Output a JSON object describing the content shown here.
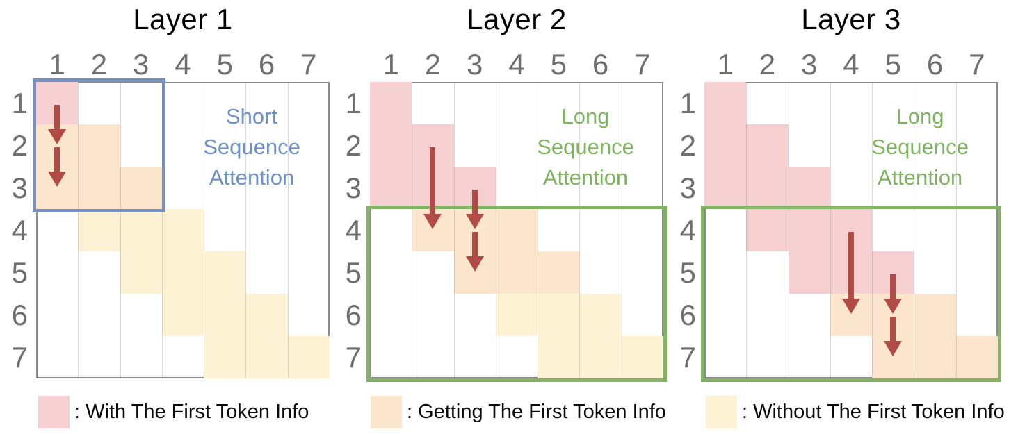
{
  "colors": {
    "pink": "#f6d0d0",
    "orange": "#fce5cd",
    "yellow": "#fdf3d4",
    "arrow_red": "#b04b45",
    "blue_box": "#7591c1",
    "green_box": "#83b364",
    "blue_text": "#6e90c4",
    "green_text": "#7db45f",
    "label_gray": "#6f6f6f",
    "grid_border": "#8a8a8a"
  },
  "panels": [
    {
      "title": "Layer 1",
      "col_labels": [
        "1",
        "2",
        "3",
        "4",
        "5",
        "6",
        "7"
      ],
      "row_labels": [
        "1",
        "2",
        "3",
        "4",
        "5",
        "6",
        "7"
      ],
      "annotation": {
        "lines": [
          "Short",
          "Sequence",
          "Attention"
        ],
        "color": "blue_text"
      },
      "highlight_box": {
        "color": "blue_box",
        "row_start": 1,
        "row_end": 3,
        "col_start": 1,
        "col_end": 3
      },
      "cells": [
        {
          "row": 1,
          "col": 1,
          "color": "pink"
        },
        {
          "row": 2,
          "col": 1,
          "color": "orange"
        },
        {
          "row": 2,
          "col": 2,
          "color": "orange"
        },
        {
          "row": 3,
          "col": 1,
          "color": "orange"
        },
        {
          "row": 3,
          "col": 2,
          "color": "orange"
        },
        {
          "row": 3,
          "col": 3,
          "color": "orange"
        },
        {
          "row": 4,
          "col": 2,
          "color": "yellow"
        },
        {
          "row": 4,
          "col": 3,
          "color": "yellow"
        },
        {
          "row": 4,
          "col": 4,
          "color": "yellow"
        },
        {
          "row": 5,
          "col": 3,
          "color": "yellow"
        },
        {
          "row": 5,
          "col": 4,
          "color": "yellow"
        },
        {
          "row": 5,
          "col": 5,
          "color": "yellow"
        },
        {
          "row": 6,
          "col": 4,
          "color": "yellow"
        },
        {
          "row": 6,
          "col": 5,
          "color": "yellow"
        },
        {
          "row": 6,
          "col": 6,
          "color": "yellow"
        },
        {
          "row": 7,
          "col": 5,
          "color": "yellow"
        },
        {
          "row": 7,
          "col": 6,
          "color": "yellow"
        },
        {
          "row": 7,
          "col": 7,
          "color": "yellow"
        }
      ],
      "arrows": [
        {
          "col": 1,
          "from_row": 1,
          "to_row": 2
        },
        {
          "col": 1,
          "from_row": 2,
          "to_row": 3
        }
      ]
    },
    {
      "title": "Layer 2",
      "col_labels": [
        "1",
        "2",
        "3",
        "4",
        "5",
        "6",
        "7"
      ],
      "row_labels": [
        "1",
        "2",
        "3",
        "4",
        "5",
        "6",
        "7"
      ],
      "annotation": {
        "lines": [
          "Long",
          "Sequence",
          "Attention"
        ],
        "color": "green_text"
      },
      "highlight_box": {
        "color": "green_box",
        "row_start": 4,
        "row_end": 7,
        "col_start": 1,
        "col_end": 7
      },
      "cells": [
        {
          "row": 1,
          "col": 1,
          "color": "pink"
        },
        {
          "row": 2,
          "col": 1,
          "color": "pink"
        },
        {
          "row": 2,
          "col": 2,
          "color": "pink"
        },
        {
          "row": 3,
          "col": 1,
          "color": "pink"
        },
        {
          "row": 3,
          "col": 2,
          "color": "pink"
        },
        {
          "row": 3,
          "col": 3,
          "color": "pink"
        },
        {
          "row": 4,
          "col": 2,
          "color": "orange"
        },
        {
          "row": 4,
          "col": 3,
          "color": "orange"
        },
        {
          "row": 4,
          "col": 4,
          "color": "orange"
        },
        {
          "row": 5,
          "col": 3,
          "color": "orange"
        },
        {
          "row": 5,
          "col": 4,
          "color": "orange"
        },
        {
          "row": 5,
          "col": 5,
          "color": "orange"
        },
        {
          "row": 6,
          "col": 4,
          "color": "yellow"
        },
        {
          "row": 6,
          "col": 5,
          "color": "yellow"
        },
        {
          "row": 6,
          "col": 6,
          "color": "yellow"
        },
        {
          "row": 7,
          "col": 5,
          "color": "yellow"
        },
        {
          "row": 7,
          "col": 6,
          "color": "yellow"
        },
        {
          "row": 7,
          "col": 7,
          "color": "yellow"
        }
      ],
      "arrows": [
        {
          "col": 2,
          "from_row": 2,
          "to_row": 4
        },
        {
          "col": 3,
          "from_row": 3,
          "to_row": 4
        },
        {
          "col": 3,
          "from_row": 4,
          "to_row": 5
        }
      ]
    },
    {
      "title": "Layer 3",
      "col_labels": [
        "1",
        "2",
        "3",
        "4",
        "5",
        "6",
        "7"
      ],
      "row_labels": [
        "1",
        "2",
        "3",
        "4",
        "5",
        "6",
        "7"
      ],
      "annotation": {
        "lines": [
          "Long",
          "Sequence",
          "Attention"
        ],
        "color": "green_text"
      },
      "highlight_box": {
        "color": "green_box",
        "row_start": 4,
        "row_end": 7,
        "col_start": 1,
        "col_end": 7
      },
      "cells": [
        {
          "row": 1,
          "col": 1,
          "color": "pink"
        },
        {
          "row": 2,
          "col": 1,
          "color": "pink"
        },
        {
          "row": 2,
          "col": 2,
          "color": "pink"
        },
        {
          "row": 3,
          "col": 1,
          "color": "pink"
        },
        {
          "row": 3,
          "col": 2,
          "color": "pink"
        },
        {
          "row": 3,
          "col": 3,
          "color": "pink"
        },
        {
          "row": 4,
          "col": 2,
          "color": "pink"
        },
        {
          "row": 4,
          "col": 3,
          "color": "pink"
        },
        {
          "row": 4,
          "col": 4,
          "color": "pink"
        },
        {
          "row": 5,
          "col": 3,
          "color": "pink"
        },
        {
          "row": 5,
          "col": 4,
          "color": "pink"
        },
        {
          "row": 5,
          "col": 5,
          "color": "pink"
        },
        {
          "row": 6,
          "col": 4,
          "color": "orange"
        },
        {
          "row": 6,
          "col": 5,
          "color": "orange"
        },
        {
          "row": 6,
          "col": 6,
          "color": "orange"
        },
        {
          "row": 7,
          "col": 5,
          "color": "orange"
        },
        {
          "row": 7,
          "col": 6,
          "color": "orange"
        },
        {
          "row": 7,
          "col": 7,
          "color": "orange"
        }
      ],
      "arrows": [
        {
          "col": 4,
          "from_row": 4,
          "to_row": 6
        },
        {
          "col": 5,
          "from_row": 5,
          "to_row": 6
        },
        {
          "col": 5,
          "from_row": 6,
          "to_row": 7
        }
      ]
    }
  ],
  "legend": [
    {
      "swatch_color": "pink",
      "label": ": With The First Token Info"
    },
    {
      "swatch_color": "orange",
      "label": ": Getting The First Token Info"
    },
    {
      "swatch_color": "yellow",
      "label": ": Without The First Token Info"
    }
  ]
}
